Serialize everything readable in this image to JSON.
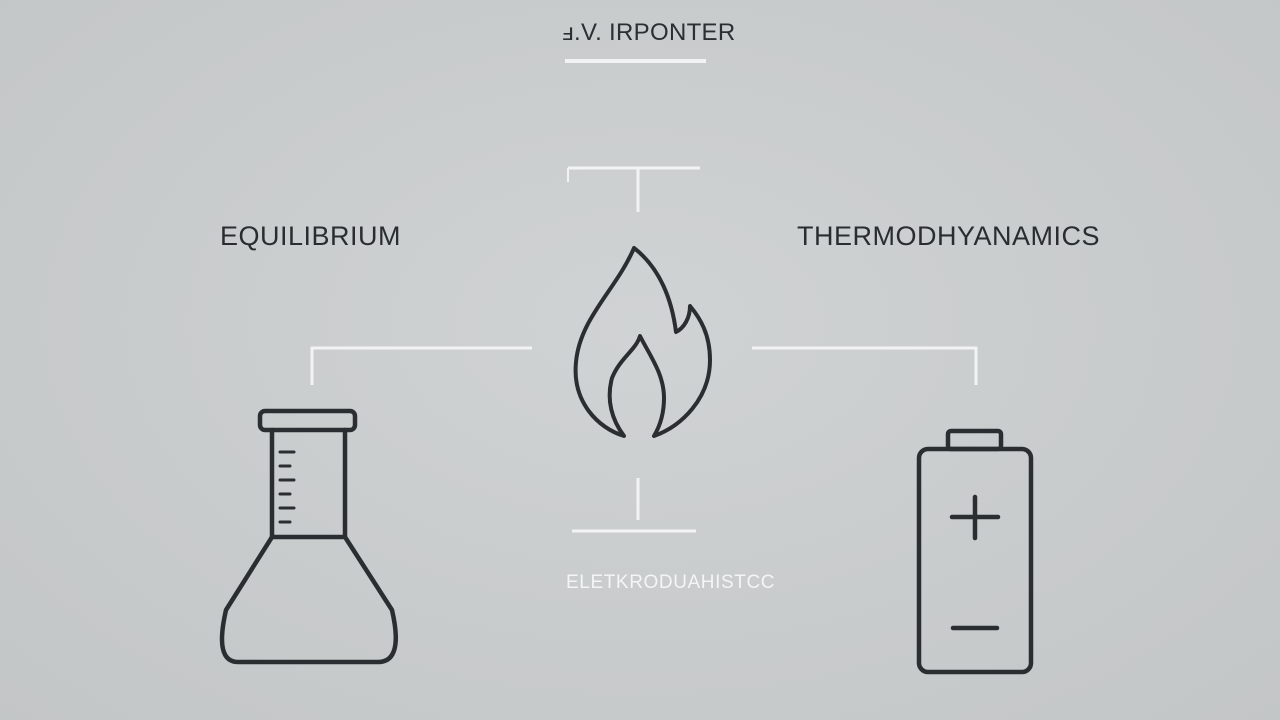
{
  "diagram": {
    "title": "ⅎ​.V. IRPONTER",
    "left_label": "EQUILIBRIUM",
    "right_label": "THERMODHYANAMICS",
    "bottom_label": "ELЕTKRODUAHISTCC",
    "icons": {
      "center": "flame-icon",
      "left": "flask-icon",
      "right": "battery-icon"
    },
    "colors": {
      "background": "#c9cccd",
      "stroke": "#2a2e31",
      "connector": "#f1f2f2"
    }
  }
}
